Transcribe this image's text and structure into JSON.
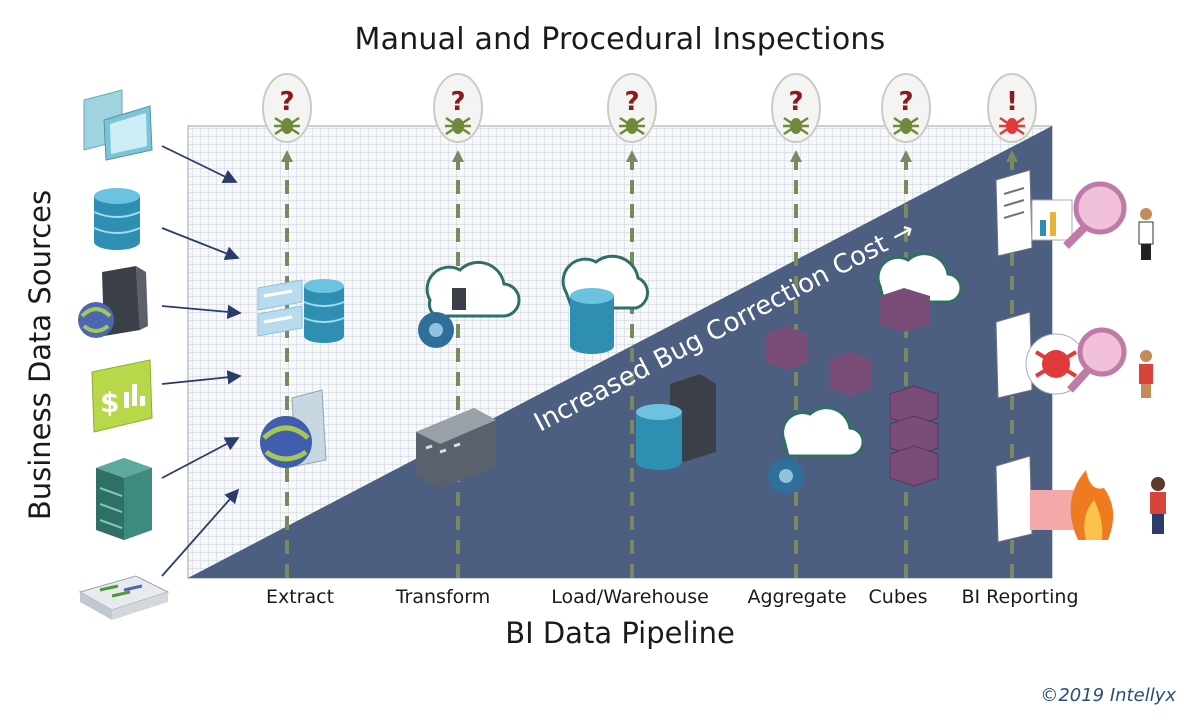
{
  "title": "Manual and Procedural Inspections",
  "y_axis_label": "Business Data Sources",
  "x_axis_label": "BI Data Pipeline",
  "cost_label": "Increased Bug Correction Cost →",
  "copyright": "©2019 Intellyx",
  "stages": [
    {
      "label": "Extract",
      "inspection_mark": "?"
    },
    {
      "label": "Transform",
      "inspection_mark": "?"
    },
    {
      "label": "Load/Warehouse",
      "inspection_mark": "?"
    },
    {
      "label": "Aggregate",
      "inspection_mark": "?"
    },
    {
      "label": "Cubes",
      "inspection_mark": "?"
    },
    {
      "label": "BI Reporting",
      "inspection_mark": "!"
    }
  ],
  "sources": [
    "desktop-computer-icon",
    "database-icon",
    "web-server-icon",
    "financial-report-icon",
    "data-center-icon",
    "network-switch-icon"
  ],
  "colors": {
    "triangle": "#4d5f80",
    "grid": "#c9cfd8",
    "dashed_line": "#7b8a5e",
    "bug_green": "#6e8a3a",
    "bug_red": "#e03a3a",
    "mark": "#8b1a1a",
    "teal": "#2f8fb2",
    "purple": "#7a4d78",
    "copyright": "#2b4d7a"
  }
}
